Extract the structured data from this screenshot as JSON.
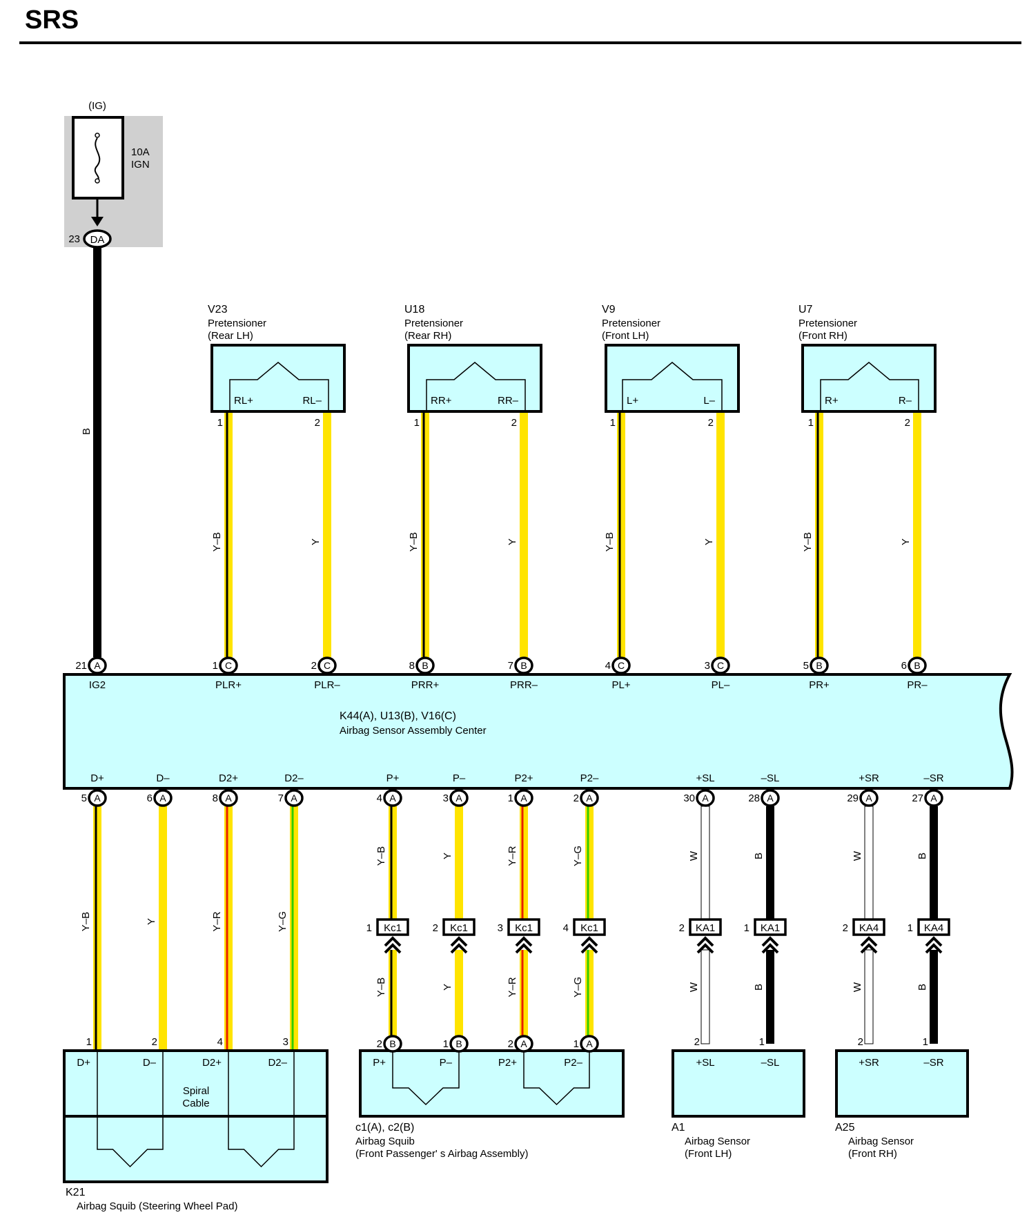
{
  "title": "SRS",
  "colors": {
    "box_fill": "#ccffff",
    "yellow": "#ffe400",
    "red": "#e82000",
    "green": "#33cc00",
    "black": "#000000",
    "fuse_shade": "#d0d0d0"
  },
  "fuse": {
    "source": "(IG)",
    "amps": "10A",
    "name": "IGN",
    "pin": "23",
    "connector": "DA"
  },
  "wire_ig": {
    "color_code": "B"
  },
  "ecu": {
    "id": "K44(A), U13(B), V16(C)",
    "name": "Airbag Sensor Assembly Center",
    "top_pins": [
      {
        "num": "21",
        "conn": "A",
        "label": "IG2"
      },
      {
        "num": "1",
        "conn": "C",
        "label": "PLR+"
      },
      {
        "num": "2",
        "conn": "C",
        "label": "PLR–"
      },
      {
        "num": "8",
        "conn": "B",
        "label": "PRR+"
      },
      {
        "num": "7",
        "conn": "B",
        "label": "PRR–"
      },
      {
        "num": "4",
        "conn": "C",
        "label": "PL+"
      },
      {
        "num": "3",
        "conn": "C",
        "label": "PL–"
      },
      {
        "num": "5",
        "conn": "B",
        "label": "PR+"
      },
      {
        "num": "6",
        "conn": "B",
        "label": "PR–"
      }
    ],
    "bottom_pins": [
      {
        "num": "5",
        "conn": "A",
        "label": "D+"
      },
      {
        "num": "6",
        "conn": "A",
        "label": "D–"
      },
      {
        "num": "8",
        "conn": "A",
        "label": "D2+"
      },
      {
        "num": "7",
        "conn": "A",
        "label": "D2–"
      },
      {
        "num": "4",
        "conn": "A",
        "label": "P+"
      },
      {
        "num": "3",
        "conn": "A",
        "label": "P–"
      },
      {
        "num": "1",
        "conn": "A",
        "label": "P2+"
      },
      {
        "num": "2",
        "conn": "A",
        "label": "P2–"
      },
      {
        "num": "30",
        "conn": "A",
        "label": "+SL"
      },
      {
        "num": "28",
        "conn": "A",
        "label": "–SL"
      },
      {
        "num": "29",
        "conn": "A",
        "label": "+SR"
      },
      {
        "num": "27",
        "conn": "A",
        "label": "–SR"
      }
    ]
  },
  "pretensioners": [
    {
      "id": "V23",
      "name": "Pretensioner",
      "location": "(Rear LH)",
      "pos_label": "RL+",
      "neg_label": "RL–",
      "pos_pin": "1",
      "neg_pin": "2",
      "pos_wire": "Y–B",
      "neg_wire": "Y"
    },
    {
      "id": "U18",
      "name": "Pretensioner",
      "location": "(Rear RH)",
      "pos_label": "RR+",
      "neg_label": "RR–",
      "pos_pin": "1",
      "neg_pin": "2",
      "pos_wire": "Y–B",
      "neg_wire": "Y"
    },
    {
      "id": "V9",
      "name": "Pretensioner",
      "location": "(Front LH)",
      "pos_label": "L+",
      "neg_label": "L–",
      "pos_pin": "1",
      "neg_pin": "2",
      "pos_wire": "Y–B",
      "neg_wire": "Y"
    },
    {
      "id": "U7",
      "name": "Pretensioner",
      "location": "(Front RH)",
      "pos_label": "R+",
      "neg_label": "R–",
      "pos_pin": "1",
      "neg_pin": "2",
      "pos_wire": "Y–B",
      "neg_wire": "Y"
    }
  ],
  "bottom_wires": [
    {
      "code_upper": "Y–B",
      "code_lower": ""
    },
    {
      "code_upper": "Y",
      "code_lower": ""
    },
    {
      "code_upper": "Y–R",
      "code_lower": ""
    },
    {
      "code_upper": "Y–G",
      "code_lower": ""
    },
    {
      "code_upper": "Y–B",
      "code_lower": "Y–B"
    },
    {
      "code_upper": "Y",
      "code_lower": "Y"
    },
    {
      "code_upper": "Y–R",
      "code_lower": "Y–R"
    },
    {
      "code_upper": "Y–G",
      "code_lower": "Y–G"
    },
    {
      "code_upper": "W",
      "code_lower": "W"
    },
    {
      "code_upper": "B",
      "code_lower": "B"
    },
    {
      "code_upper": "W",
      "code_lower": "W"
    },
    {
      "code_upper": "B",
      "code_lower": "B"
    }
  ],
  "inline_connectors": [
    {
      "pin": "1",
      "name": "Kc1"
    },
    {
      "pin": "2",
      "name": "Kc1"
    },
    {
      "pin": "3",
      "name": "Kc1"
    },
    {
      "pin": "4",
      "name": "Kc1"
    },
    {
      "pin": "2",
      "name": "KA1"
    },
    {
      "pin": "1",
      "name": "KA1"
    },
    {
      "pin": "2",
      "name": "KA4"
    },
    {
      "pin": "1",
      "name": "KA4"
    }
  ],
  "k21": {
    "id": "K21",
    "name": "Airbag Squib (Steering Wheel Pad)",
    "sub": [
      "Spiral",
      "Cable"
    ],
    "pins": [
      {
        "num": "1",
        "label": "D+"
      },
      {
        "num": "2",
        "label": "D–"
      },
      {
        "num": "4",
        "label": "D2+"
      },
      {
        "num": "3",
        "label": "D2–"
      }
    ]
  },
  "squib_pass": {
    "id": "c1(A), c2(B)",
    "name": "Airbag Squib",
    "location": "(Front Passenger' s Airbag Assembly)",
    "pins": [
      {
        "num": "2",
        "conn": "B",
        "label": "P+"
      },
      {
        "num": "1",
        "conn": "B",
        "label": "P–"
      },
      {
        "num": "2",
        "conn": "A",
        "label": "P2+"
      },
      {
        "num": "1",
        "conn": "A",
        "label": "P2–"
      }
    ]
  },
  "sensors": [
    {
      "id": "A1",
      "name": "Airbag Sensor",
      "location": "(Front LH)",
      "pins": [
        {
          "num": "2",
          "label": "+SL"
        },
        {
          "num": "1",
          "label": "–SL"
        }
      ]
    },
    {
      "id": "A25",
      "name": "Airbag Sensor",
      "location": "(Front RH)",
      "pins": [
        {
          "num": "2",
          "label": "+SR"
        },
        {
          "num": "1",
          "label": "–SR"
        }
      ]
    }
  ]
}
